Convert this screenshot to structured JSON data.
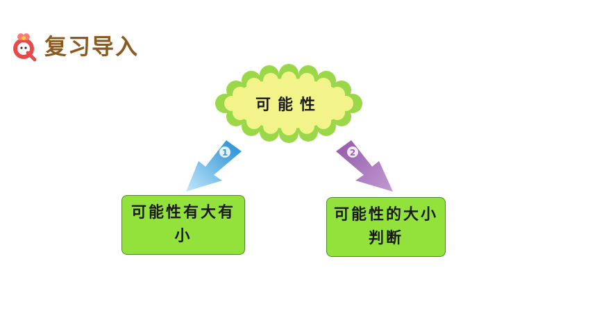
{
  "header": {
    "title": "复习导入",
    "icon": "q-mascot-icon"
  },
  "diagram": {
    "root": {
      "label": "可能性"
    },
    "branches": [
      {
        "number": "1",
        "label": "可能性有大有小",
        "arrow_color": "#5cb8e8"
      },
      {
        "number": "2",
        "label": "可能性的大小判断",
        "arrow_color": "#9a62b0"
      }
    ]
  },
  "colors": {
    "box_fill": "#93e23c",
    "cloud_fill": "#f2f48a",
    "cloud_edge": "#9ad84a",
    "title_color": "#8a5a1e"
  }
}
